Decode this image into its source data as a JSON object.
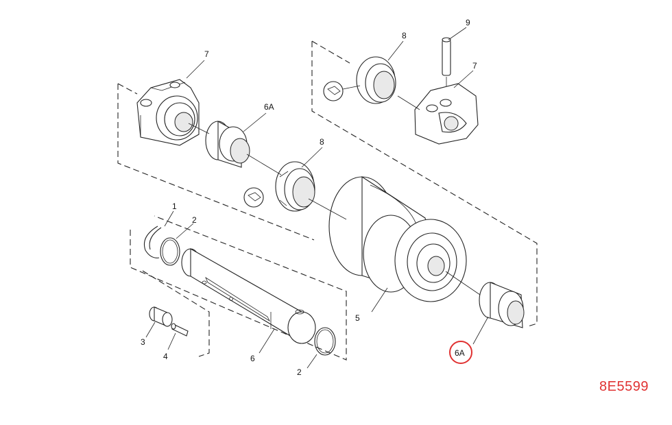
{
  "diagram": {
    "part_number": "8E5599",
    "callouts": {
      "c1": "1",
      "c2a": "2",
      "c2b": "2",
      "c3": "3",
      "c4": "4",
      "c5": "5",
      "c6": "6",
      "c6a_top": "6A",
      "c6a_highlight": "6A",
      "c7_left": "7",
      "c7_right": "7",
      "c8_top": "8",
      "c8_mid": "8",
      "c9": "9"
    },
    "colors": {
      "line": "#222222",
      "highlight": "#e03131"
    }
  }
}
